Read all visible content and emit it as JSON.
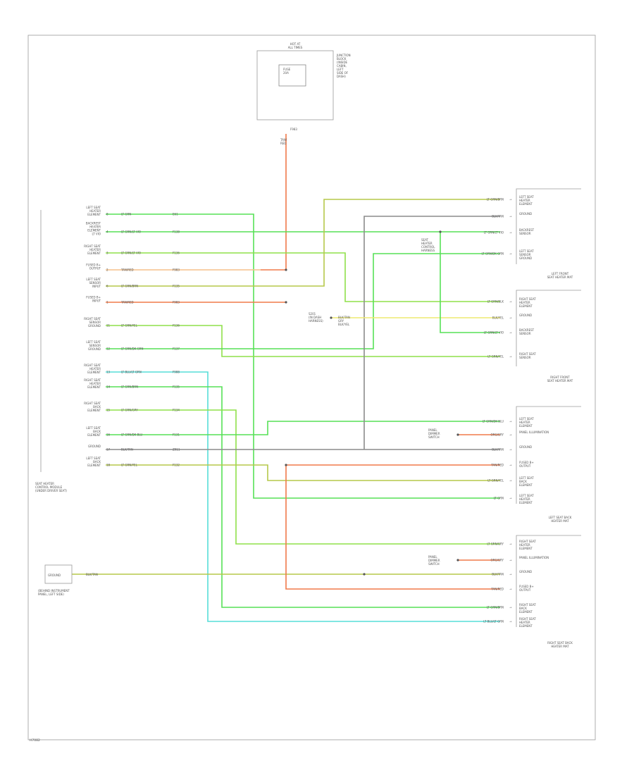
{
  "diagram": {
    "code": "H7082",
    "fuse": {
      "header_lines": [
        "HOT AT",
        "ALL TIMES"
      ],
      "label_lines": [
        "FUSE",
        "20A"
      ],
      "name_lines": [
        "JUNCTION",
        "BLOCK",
        "(INSIDE",
        "CABIN,",
        "LEFT",
        "SIDE OF",
        "DASH)"
      ]
    },
    "left_module": {
      "caption_lines": [
        "SEAT HEATER",
        "CONTROL MODULE",
        "(UNDER DRIVER SEAT)"
      ],
      "pins": [
        {
          "label_lines": [
            "LEFT SEAT",
            "HEATER",
            "ELEMENT"
          ],
          "pin": "8",
          "color": "LT GRN",
          "circuit": "E61"
        },
        {
          "label_lines": [
            "BACKREST",
            "HEATER",
            "ELEMENT",
            "LT VIO"
          ],
          "pin": "4",
          "color": "LT GRN/LT VIO",
          "circuit": "F138"
        },
        {
          "label_lines": [
            "RIGHT SEAT",
            "HEATER",
            "ELEMENT"
          ],
          "pin": "3",
          "color": "LT GRN/LT VIO",
          "circuit": "F136"
        },
        {
          "label_lines": [
            "FUSED B+",
            "OUTPUT"
          ],
          "pin": "2",
          "color": "TAN/RED",
          "circuit": "F983"
        },
        {
          "label_lines": [
            "LEFT SEAT",
            "SENSOR",
            "INPUT"
          ],
          "pin": "6",
          "color": "LT GRN/BRN",
          "circuit": "F135"
        },
        {
          "label_lines": [
            "FUSED B+",
            "INPUT"
          ],
          "pin": "1",
          "color": "TAN/RED",
          "circuit": "F983"
        },
        {
          "label_lines": [
            "RIGHT SEAT",
            "SENSOR",
            "GROUND"
          ],
          "pin": "11",
          "color": "LT GRN/YEL",
          "circuit": "F136"
        },
        {
          "label_lines": [
            "LEFT SEAT",
            "SENSOR",
            "GROUND"
          ],
          "pin": "12",
          "color": "LT GRN/DK GRN",
          "circuit": "F137"
        },
        {
          "label_lines": [
            "RIGHT SEAT",
            "HEATER",
            "ELEMENT"
          ],
          "pin": "13",
          "color": "LT BLU/LT GRN",
          "circuit": "F988"
        },
        {
          "label_lines": [
            "RIGHT SEAT",
            "HEATER",
            "ELEMENT"
          ],
          "pin": "14",
          "color": "LT GRN/BRN",
          "circuit": "F135"
        },
        {
          "label_lines": [
            "RIGHT SEAT",
            "BACK",
            "ELEMENT"
          ],
          "pin": "15",
          "color": "LT GRN/GRY",
          "circuit": "F134"
        },
        {
          "label_lines": [
            "LEFT SEAT",
            "BACK",
            "ELEMENT"
          ],
          "pin": "16",
          "color": "LT GRN/DK BLU",
          "circuit": "F131"
        },
        {
          "label_lines": [
            "GROUND"
          ],
          "pin": "17",
          "color": "BLK/TAN",
          "circuit": "Z911"
        },
        {
          "label_lines": [
            "LEFT SEAT",
            "BACK",
            "ELEMENT"
          ],
          "pin": "18",
          "color": "LT GRN/YEL",
          "circuit": "F132"
        }
      ]
    },
    "right_groups": [
      {
        "caption_lines": [
          "LEFT FRONT",
          "SEAT HEATER MAT"
        ],
        "rows": [
          {
            "label_lines": [
              "LEFT SEAT",
              "HEATER",
              "ELEMENT"
            ],
            "color": "LT GRN/BRN"
          },
          {
            "label_lines": [
              "GROUND"
            ],
            "color": "BLK/TAN"
          },
          {
            "label_lines": [
              "BACKREST",
              "SENSOR"
            ],
            "color": "LT GRN/LT VIO"
          },
          {
            "label_lines": [
              "LEFT SEAT",
              "SENSOR",
              "GROUND"
            ],
            "color": "LT GRN/DK GRN"
          }
        ]
      },
      {
        "caption_lines": [
          "RIGHT FRONT",
          "SEAT HEATER MAT"
        ],
        "rows": [
          {
            "label_lines": [
              "RIGHT SEAT",
              "HEATER",
              "ELEMENT"
            ],
            "color": "LT GRN/BLK"
          },
          {
            "label_lines": [
              "GROUND"
            ],
            "color": "BLK/YEL"
          },
          {
            "label_lines": [
              "BACKREST",
              "SENSOR"
            ],
            "color": "LT GRN/LT VIO"
          },
          {
            "label_lines": [
              "RIGHT SEAT",
              "SENSOR"
            ],
            "color": "LT GRN/YEL"
          }
        ]
      },
      {
        "caption_lines": [
          "LEFT SEAT BACK",
          "HEATER MAT"
        ],
        "rows": [
          {
            "label_lines": [
              "LEFT SEAT",
              "HEATER",
              "ELEMENT"
            ],
            "color": "LT GRN/DK BLU"
          },
          {
            "label_lines": [
              "PANEL ILLUMINATION"
            ],
            "color": "ORG/GRY"
          },
          {
            "label_lines": [
              "GROUND"
            ],
            "color": "BLK/TAN"
          },
          {
            "label_lines": [
              "FUSED B+",
              "OUTPUT"
            ],
            "color": "TAN/RED"
          },
          {
            "label_lines": [
              "LEFT SEAT",
              "BACK",
              "ELEMENT"
            ],
            "color": "LT GRN/YEL"
          },
          {
            "label_lines": [
              "LEFT SEAT",
              "HEATER",
              "ELEMENT"
            ],
            "color": "LT GRN"
          }
        ]
      },
      {
        "caption_lines": [
          "RIGHT SEAT BACK",
          "HEATER MAT"
        ],
        "rows": [
          {
            "label_lines": [
              "RIGHT SEAT",
              "HEATER",
              "ELEMENT"
            ],
            "color": "LT GRN/GRY"
          },
          {
            "label_lines": [
              "PANEL ILLUMINATION"
            ],
            "color": "ORG/GRY"
          },
          {
            "label_lines": [
              "GROUND"
            ],
            "color": "BLK/TAN"
          },
          {
            "label_lines": [
              "FUSED B+",
              "OUTPUT"
            ],
            "color": "TAN/RED"
          },
          {
            "label_lines": [
              "RIGHT SEAT",
              "BACK",
              "ELEMENT"
            ],
            "color": "LT GRN/BRN"
          },
          {
            "label_lines": [
              "RIGHT SEAT",
              "HEATER",
              "ELEMENT"
            ],
            "color": "LT BLU/LT GRN"
          }
        ]
      }
    ],
    "ground_box": {
      "label": "GROUND",
      "caption_lines": [
        "(BEHIND INSTRUMENT",
        "PANEL, LEFT SIDE)"
      ],
      "color": "BLK/TAN"
    },
    "splices": [
      {
        "label_lines": [
          "S201",
          "(IN DASH",
          "HARNESS)"
        ]
      },
      {
        "label_lines": [
          "SEAT",
          "HEATER",
          "CONTROL",
          "HARNESS"
        ]
      },
      {
        "label_lines": [
          "BLK/TAN",
          "GRY",
          "BLK/YEL"
        ]
      }
    ],
    "illum_labels": [
      {
        "label_lines": [
          "PANEL",
          "DIMMER",
          "SWITCH"
        ]
      },
      {
        "label_lines": [
          "PANEL",
          "DIMMER",
          "SWITCH"
        ]
      }
    ],
    "wire_colors": {
      "green": "#56e156",
      "lime": "#8fe04a",
      "olive": "#b6c84a",
      "orange": "#f07a4a",
      "peach": "#f5c08a",
      "yellow": "#eeea70",
      "gray": "#8c8c8c",
      "cyan": "#57ddd8",
      "box": "#9a9a9a"
    }
  }
}
